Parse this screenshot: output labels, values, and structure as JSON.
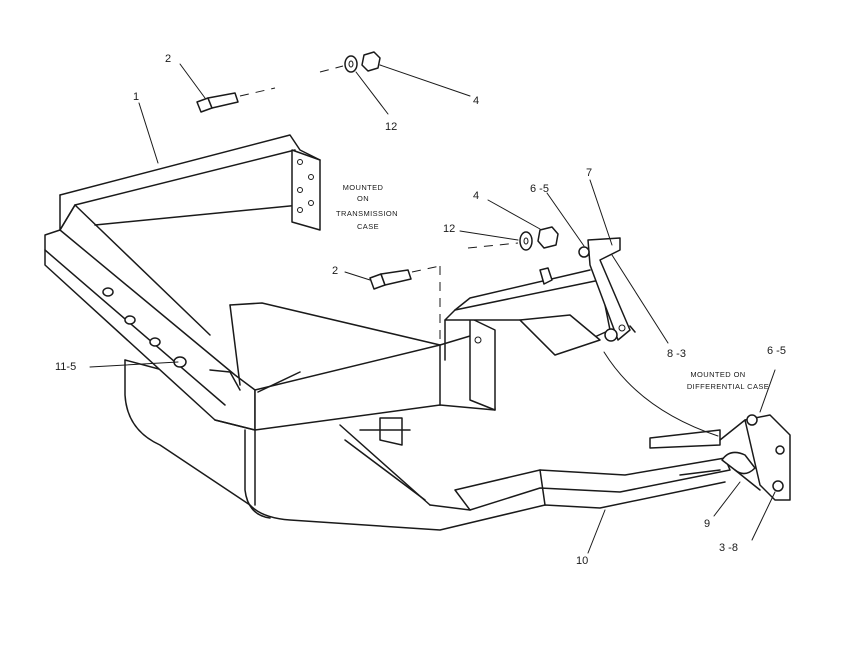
{
  "callouts": {
    "c1": "1",
    "c2_top": "2",
    "c2_mid": "2",
    "c3_8": "3 -8",
    "c4_top": "4",
    "c4_mid": "4",
    "c6_5_top": "6 -5",
    "c6_5_right": "6 -5",
    "c7": "7",
    "c8_3": "8 -3",
    "c9": "9",
    "c10": "10",
    "c11_5": "11-5",
    "c12_top": "12",
    "c12_mid": "12"
  },
  "notes": {
    "transmission": [
      "MOUNTED",
      "ON",
      "TRANSMISSION",
      "CASE"
    ],
    "differential": [
      "MOUNTED ON",
      "DIFFERENTIAL CASE"
    ]
  }
}
